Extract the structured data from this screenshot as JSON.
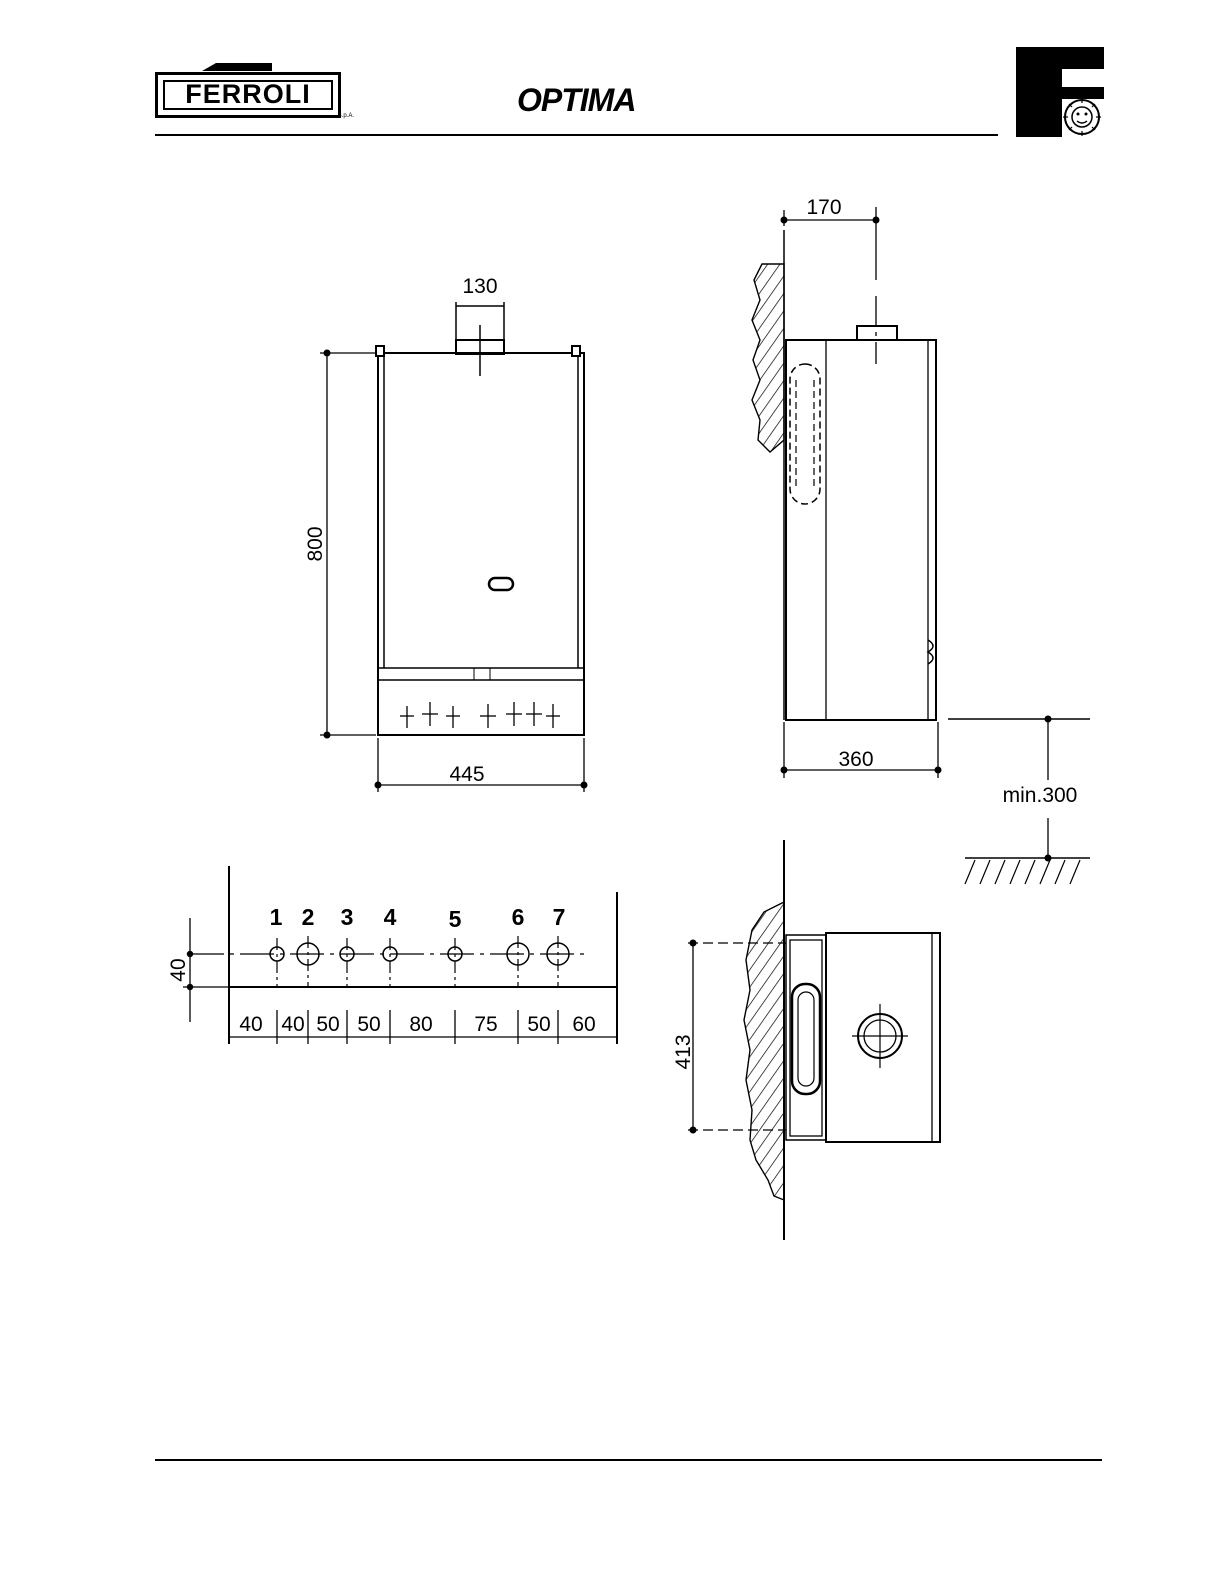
{
  "header": {
    "brand": "FERROLI",
    "brand_suffix": "S.p.A.",
    "product": "OPTIMA"
  },
  "front_view": {
    "flue_width": "130",
    "height": "800",
    "width": "445"
  },
  "side_view": {
    "flue_offset": "170",
    "depth": "360",
    "floor_clearance": "min.300"
  },
  "connections_view": {
    "labels": [
      "1",
      "2",
      "3",
      "4",
      "5",
      "6",
      "7"
    ],
    "height_offset": "40",
    "spacings": [
      "40",
      "40",
      "50",
      "50",
      "80",
      "75",
      "50",
      "60"
    ]
  },
  "top_view": {
    "bracket_spacing": "413"
  }
}
